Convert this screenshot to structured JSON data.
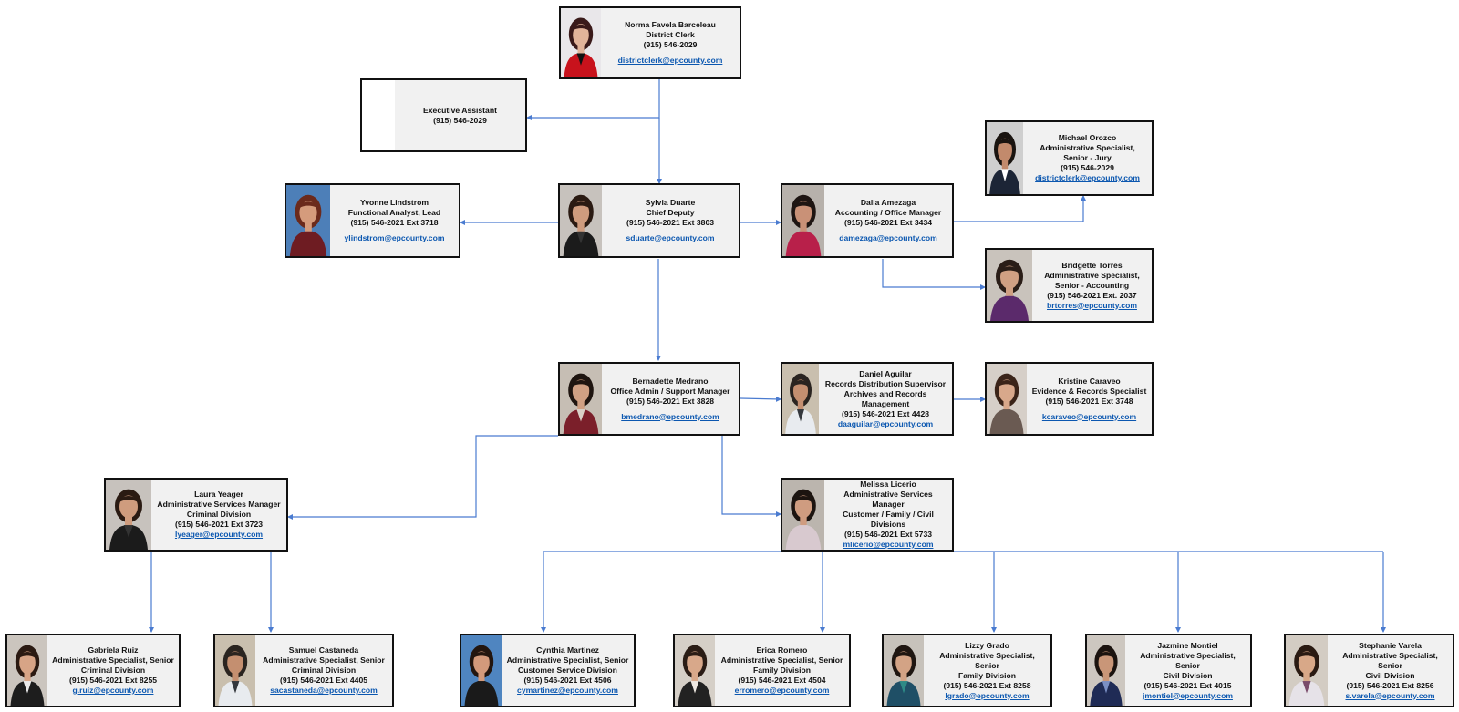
{
  "accent_color": "#4a7bd0",
  "cards": [
    {
      "id": "norma",
      "name": "Norma Favela Barceleau",
      "title": "District Clerk",
      "phone": "(915) 546-2029",
      "email": "districtclerk@epcounty.com",
      "gap": true,
      "photo": "avatar-red-jacket"
    },
    {
      "id": "exec",
      "name": "Executive Assistant",
      "title": "",
      "phone": "(915) 546-2029",
      "email": "",
      "gap": false,
      "photo": "blank"
    },
    {
      "id": "sylvia",
      "name": "Sylvia Duarte",
      "title": "Chief Deputy",
      "phone": "(915) 546-2021 Ext 3803",
      "email": "sduarte@epcounty.com",
      "gap": true,
      "photo": "avatar-dark"
    },
    {
      "id": "yvonne",
      "name": "Yvonne Lindstrom",
      "title": "Functional Analyst, Lead",
      "phone": "(915) 546-2021 Ext 3718",
      "email": "ylindstrom@epcounty.com",
      "gap": true,
      "photo": "avatar-maroon-blue"
    },
    {
      "id": "dalia",
      "name": "Dalia Amezaga",
      "title": "Accounting / Office Manager",
      "phone": "(915) 546-2021 Ext 3434",
      "email": "damezaga@epcounty.com",
      "gap": true,
      "photo": "avatar-pink"
    },
    {
      "id": "michael",
      "name": "Michael Orozco",
      "title": "Administrative Specialist,\nSenior - Jury",
      "phone": "(915) 546-2029",
      "email": "districtclerk@epcounty.com",
      "gap": false,
      "photo": "avatar-suit"
    },
    {
      "id": "bridgette",
      "name": "Bridgette Torres",
      "title": "Administrative Specialist,\nSenior - Accounting",
      "phone": "(915) 546-2021 Ext. 2037",
      "email": "brtorres@epcounty.com",
      "gap": false,
      "photo": "avatar-purple"
    },
    {
      "id": "bernadette",
      "name": "Bernadette Medrano",
      "title": "Office Admin / Support Manager",
      "phone": "(915) 546-2021 Ext 3828",
      "email": "bmedrano@epcounty.com",
      "gap": true,
      "photo": "avatar-maroon"
    },
    {
      "id": "daniel",
      "name": "Daniel Aguilar",
      "title": "Records Distribution Supervisor\nArchives and Records Management",
      "phone": "(915) 546-2021 Ext 4428",
      "email": "daaguilar@epcounty.com",
      "gap": false,
      "photo": "avatar-shirt-tie"
    },
    {
      "id": "kristine",
      "name": "Kristine Caraveo",
      "title": "Evidence & Records Specialist",
      "phone": "(915) 546-2021 Ext 3748",
      "email": "kcaraveo@epcounty.com",
      "gap": true,
      "photo": "avatar-long-hair"
    },
    {
      "id": "laura",
      "name": "Laura Yeager",
      "title": "Administrative Services Manager\nCriminal Division",
      "phone": "(915) 546-2021 Ext 3723",
      "email": "lyeager@epcounty.com",
      "gap": false,
      "photo": "avatar-dark"
    },
    {
      "id": "melissa",
      "name": "Melissa Licerio",
      "title": "Administrative Services Manager\nCustomer / Family / Civil Divisions",
      "phone": "(915) 546-2021 Ext 5733",
      "email": "mlicerio@epcounty.com",
      "gap": false,
      "photo": "avatar-light-top"
    },
    {
      "id": "gabriela",
      "name": "Gabriela Ruiz",
      "title": "Administrative Specialist, Senior\nCriminal Division",
      "phone": "(915) 546-2021 Ext 8255",
      "email": "g.ruiz@epcounty.com",
      "gap": false,
      "photo": "avatar-necklace"
    },
    {
      "id": "samuel",
      "name": "Samuel Castaneda",
      "title": "Administrative Specialist, Senior\nCriminal Division",
      "phone": "(915) 546-2021 Ext 4405",
      "email": "sacastaneda@epcounty.com",
      "gap": false,
      "photo": "avatar-shirt-tie"
    },
    {
      "id": "cynthia",
      "name": "Cynthia Martinez",
      "title": "Administrative Specialist, Senior\nCustomer Service Division",
      "phone": "(915) 546-2021 Ext 4506",
      "email": "cymartinez@epcounty.com",
      "gap": false,
      "photo": "avatar-dark-blue"
    },
    {
      "id": "erica",
      "name": "Erica Romero",
      "title": "Administrative Specialist, Senior\nFamily Division",
      "phone": "(915) 546-2021 Ext 4504",
      "email": "erromero@epcounty.com",
      "gap": false,
      "photo": "avatar-pattern"
    },
    {
      "id": "lizzy",
      "name": "Lizzy Grado",
      "title": "Administrative Specialist, Senior\nFamily Division",
      "phone": "(915) 546-2021 Ext 8258",
      "email": "lgrado@epcounty.com",
      "gap": false,
      "photo": "avatar-teal"
    },
    {
      "id": "jazmine",
      "name": "Jazmine Montiel",
      "title": "Administrative Specialist, Senior\nCivil Division",
      "phone": "(915) 546-2021 Ext 4015",
      "email": "jmontiel@epcounty.com",
      "gap": false,
      "photo": "avatar-navy-print"
    },
    {
      "id": "stephanie",
      "name": "Stephanie Varela",
      "title": "Administrative Specialist, Senior\nCivil Division",
      "phone": "(915) 546-2021 Ext 8256",
      "email": "s.varela@epcounty.com",
      "gap": false,
      "photo": "avatar-floral"
    }
  ]
}
